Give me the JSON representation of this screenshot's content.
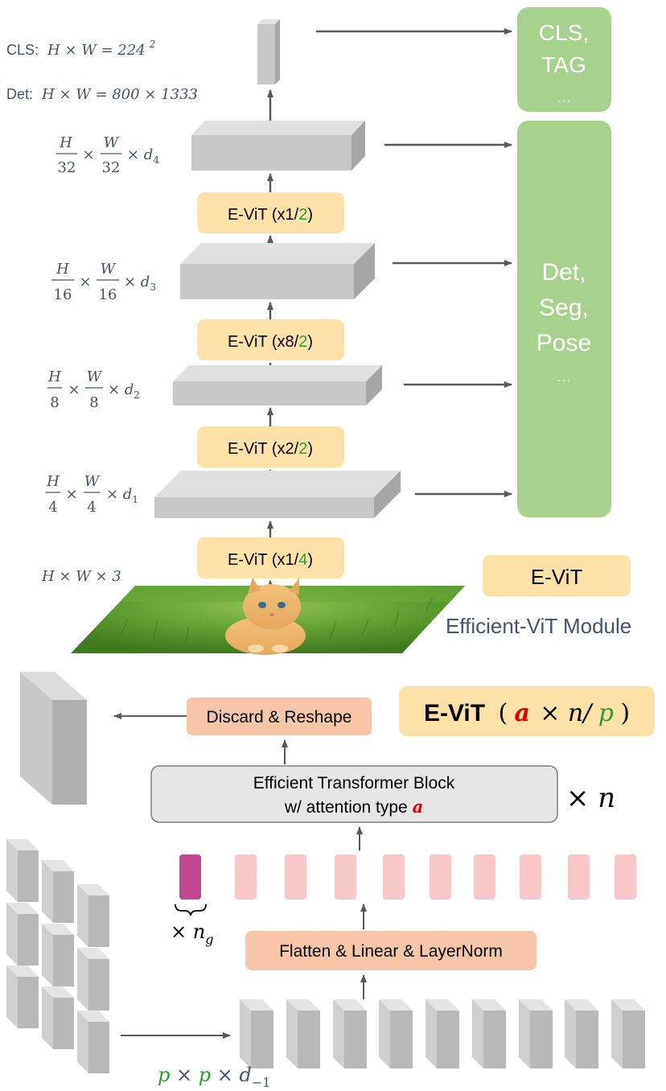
{
  "resolutions": {
    "cls": {
      "prefix": "CLS:",
      "formula": "H × W = 224",
      "sup": "2"
    },
    "det": {
      "prefix": "Det:",
      "formula": "H × W = 800 × 1333"
    }
  },
  "stage_dims": [
    {
      "num1": "H",
      "den1": "32",
      "num2": "W",
      "den2": "32",
      "tail": "× d",
      "sub": "4"
    },
    {
      "num1": "H",
      "den1": "16",
      "num2": "W",
      "den2": "16",
      "tail": "× d",
      "sub": "3"
    },
    {
      "num1": "H",
      "den1": "8",
      "num2": "W",
      "den2": "8",
      "tail": "× d",
      "sub": "2"
    },
    {
      "num1": "H",
      "den1": "4",
      "num2": "W",
      "den2": "4",
      "tail": "× d",
      "sub": "1"
    }
  ],
  "input_dims": "H × W × 3",
  "evit_boxes": [
    {
      "prefix": "E-ViT (x1/",
      "stride": "2",
      "suffix": ")"
    },
    {
      "prefix": "E-ViT (x8/",
      "stride": "2",
      "suffix": ")"
    },
    {
      "prefix": "E-ViT (x2/",
      "stride": "2",
      "suffix": ")"
    },
    {
      "prefix": "E-ViT (x1/",
      "stride": "4",
      "suffix": ")"
    }
  ],
  "heads": {
    "cls": [
      "CLS,",
      "TAG",
      "…"
    ],
    "det": [
      "Det,",
      "Seg,",
      "Pose",
      "…"
    ]
  },
  "legend": {
    "box": "E-ViT",
    "caption": "Efficient-ViT Module"
  },
  "module": {
    "title_bold": "E-ViT",
    "a": "a",
    "mid": "× n/",
    "p": "p",
    "open": "(",
    "close": ")",
    "discard": "Discard & Reshape",
    "block_line1": "Efficient Transformer Block",
    "block_line2_prefix": "w/ attention type ",
    "block_line2_a": "a",
    "times_n": "× n",
    "ng_label": "× n",
    "ng_sub": "g",
    "flatten": "Flatten & Linear & LayerNorm",
    "patch_p1": "p",
    "patch_mid": " × ",
    "patch_p2": "p",
    "patch_tail": " × d",
    "patch_sub": "−1"
  },
  "colors": {
    "evit_fill": "#fde2a8",
    "head_fill": "#a9d18e",
    "head_text": "#ffffff",
    "peach": "#f7c5a8",
    "block_fill": "#e6e6e6",
    "token_pink": "#f8c8c8",
    "token_purple": "#c04890",
    "arrow": "#595959",
    "slab_front": "#c8c8c8",
    "slab_top": "#e0e0e0",
    "slab_side": "#a6a6a6",
    "dim_text": "#44546a",
    "green": "#2ca02c",
    "red": "#e00000"
  },
  "icons": [
    "arrow-icon",
    "brace-icon",
    "kitten-image"
  ]
}
